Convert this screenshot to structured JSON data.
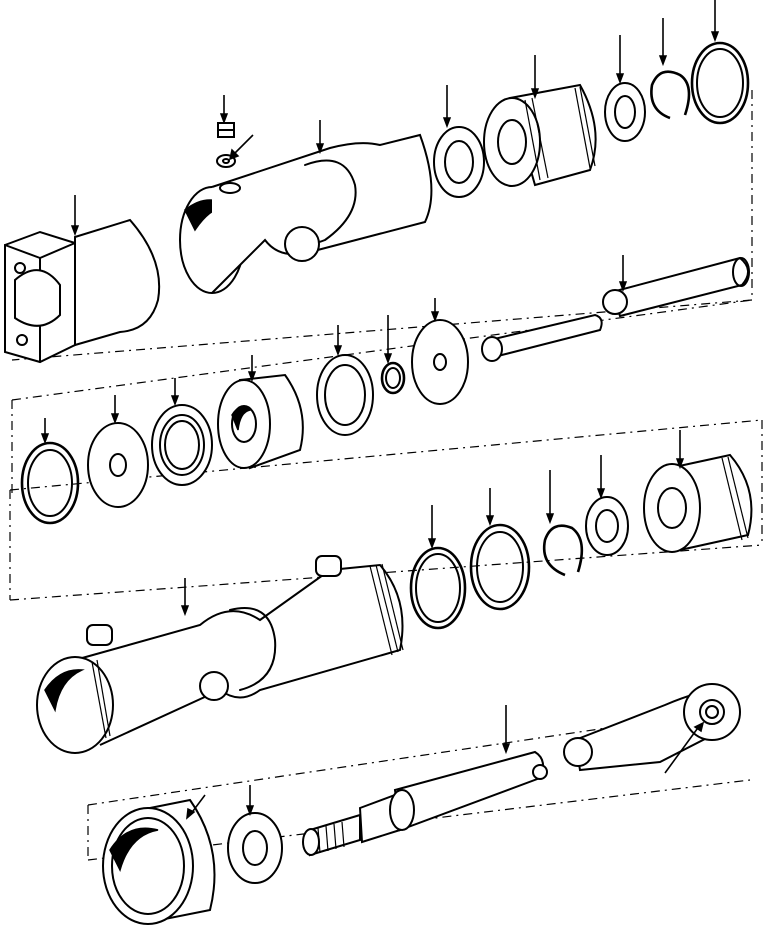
{
  "title": "",
  "parts": [
    {
      "id": "cylinder-end-block"
    },
    {
      "id": "barrel-tube-upper"
    },
    {
      "id": "grease-fitting-bolt"
    },
    {
      "id": "washer-small"
    },
    {
      "id": "wiper-seal-upper"
    },
    {
      "id": "gland-upper"
    },
    {
      "id": "u-cup-seal-upper"
    },
    {
      "id": "snap-ring-upper"
    },
    {
      "id": "retaining-ring-upper"
    },
    {
      "id": "piston-rod-upper"
    },
    {
      "id": "o-ring-large"
    },
    {
      "id": "backup-washer"
    },
    {
      "id": "piston-seal"
    },
    {
      "id": "piston"
    },
    {
      "id": "piston-ring"
    },
    {
      "id": "o-ring-small"
    },
    {
      "id": "lock-washer"
    },
    {
      "id": "barrel-tube-lower"
    },
    {
      "id": "o-ring-lower"
    },
    {
      "id": "seal-ring-lower"
    },
    {
      "id": "snap-ring-lower"
    },
    {
      "id": "wiper-lower"
    },
    {
      "id": "gland-lower"
    },
    {
      "id": "piston-rod-lower"
    },
    {
      "id": "rod-eye-bushing"
    },
    {
      "id": "gland-nut"
    },
    {
      "id": "rod-wiper-lower"
    }
  ]
}
